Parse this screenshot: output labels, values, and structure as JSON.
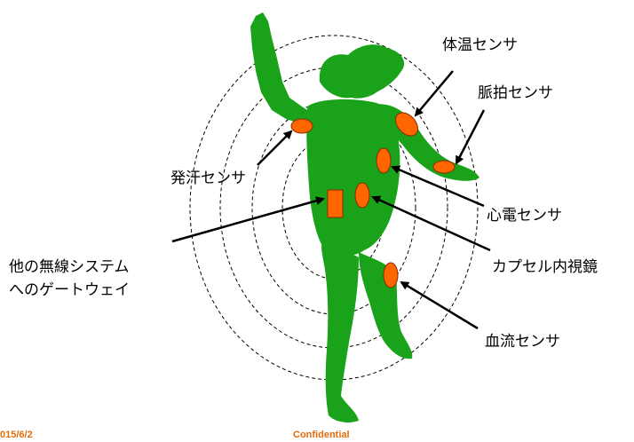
{
  "colors": {
    "body": "#1aa31a",
    "sensor_fill": "#ff6600",
    "sensor_stroke": "#8a2a00",
    "arrow": "#000000",
    "rings": "#000000",
    "footer_text": "#e46c0a"
  },
  "labels": {
    "body_temp": "体温センサ",
    "pulse": "脈拍センサ",
    "sweat": "発汗センサ",
    "ecg": "心電センサ",
    "gateway_line1": "他の無線システム",
    "gateway_line2": "へのゲートウェイ",
    "capsule": "カプセル内視鏡",
    "blood_flow": "血流センサ"
  },
  "footer": {
    "date": "015/6/2",
    "confidential": "Confidential"
  }
}
